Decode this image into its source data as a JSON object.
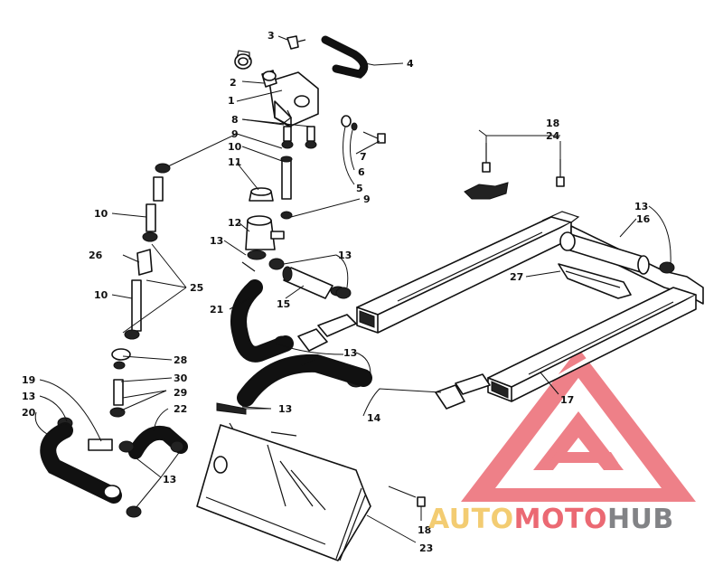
{
  "diagram": {
    "callouts": [
      {
        "id": "c1",
        "text": "1"
      },
      {
        "id": "c2",
        "text": "2"
      },
      {
        "id": "c3",
        "text": "3"
      },
      {
        "id": "c4",
        "text": "4"
      },
      {
        "id": "c5",
        "text": "5"
      },
      {
        "id": "c6",
        "text": "6"
      },
      {
        "id": "c7",
        "text": "7"
      },
      {
        "id": "c8",
        "text": "8"
      },
      {
        "id": "c9a",
        "text": "9"
      },
      {
        "id": "c9b",
        "text": "9"
      },
      {
        "id": "c10a",
        "text": "10"
      },
      {
        "id": "c10b",
        "text": "10"
      },
      {
        "id": "c10c",
        "text": "10"
      },
      {
        "id": "c11",
        "text": "11"
      },
      {
        "id": "c12",
        "text": "12"
      },
      {
        "id": "c13a",
        "text": "13"
      },
      {
        "id": "c13b",
        "text": "13"
      },
      {
        "id": "c13c",
        "text": "13"
      },
      {
        "id": "c13d",
        "text": "13"
      },
      {
        "id": "c13e",
        "text": "13"
      },
      {
        "id": "c13f",
        "text": "13"
      },
      {
        "id": "c13g",
        "text": "13"
      },
      {
        "id": "c14",
        "text": "14"
      },
      {
        "id": "c15",
        "text": "15"
      },
      {
        "id": "c16",
        "text": "16"
      },
      {
        "id": "c17",
        "text": "17"
      },
      {
        "id": "c18a",
        "text": "18"
      },
      {
        "id": "c18b",
        "text": "18"
      },
      {
        "id": "c19",
        "text": "19"
      },
      {
        "id": "c20",
        "text": "20"
      },
      {
        "id": "c21",
        "text": "21"
      },
      {
        "id": "c22",
        "text": "22"
      },
      {
        "id": "c23",
        "text": "23"
      },
      {
        "id": "c24",
        "text": "24"
      },
      {
        "id": "c25",
        "text": "25"
      },
      {
        "id": "c26",
        "text": "26"
      },
      {
        "id": "c27",
        "text": "27"
      },
      {
        "id": "c28",
        "text": "28"
      },
      {
        "id": "c29",
        "text": "29"
      },
      {
        "id": "c30",
        "text": "30"
      }
    ]
  },
  "watermark": {
    "part1": "AUTO",
    "part2": "MOTO",
    "part3": "HUB",
    "colors": {
      "auto": "#f2c45a",
      "moto": "#e8505b",
      "hub": "#6d6e71",
      "logo": "#e8505b"
    }
  }
}
